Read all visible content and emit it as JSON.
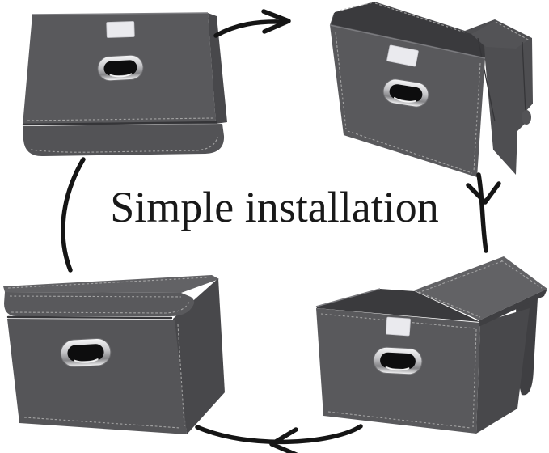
{
  "title": {
    "text": "Simple installation"
  },
  "palette": {
    "page_bg": "#ffffff",
    "title_text": "#191919",
    "box_face": "#59595c",
    "box_face_deep": "#555558",
    "box_flap": "#535356",
    "box_top": "#626265",
    "box_side": "#48484b",
    "box_back": "#4e4e51",
    "box_interior": "#3a3a3d",
    "box_edge_dark": "#3f3f42",
    "crease": "#353538",
    "stitch": "#acacac",
    "edge_highlight": "#7a7a7e",
    "label_fill": "#eaeaee",
    "label_stroke": "#cdcdd2",
    "handle_rim_light": "#f7f7f8",
    "handle_rim_mid": "#c3c3c6",
    "handle_rim_dark": "#838386",
    "handle_hole": "#0d0d0e",
    "arrow": "#151515"
  },
  "stages": [
    {
      "id": "folded-flat",
      "position": "top-left",
      "label_tag": true,
      "handle_grommet": true
    },
    {
      "id": "unfolding",
      "position": "top-right",
      "label_tag": true,
      "handle_grommet": true
    },
    {
      "id": "lid-placement",
      "position": "bottom-right",
      "label_tag": true,
      "handle_grommet": true
    },
    {
      "id": "assembled-closed",
      "position": "bottom-left",
      "label_tag": false,
      "handle_grommet": true
    }
  ],
  "arrows": [
    {
      "id": "top",
      "points": "right"
    },
    {
      "id": "right",
      "points": "down"
    },
    {
      "id": "bottom",
      "points": "left"
    },
    {
      "id": "left",
      "points": "up"
    }
  ]
}
